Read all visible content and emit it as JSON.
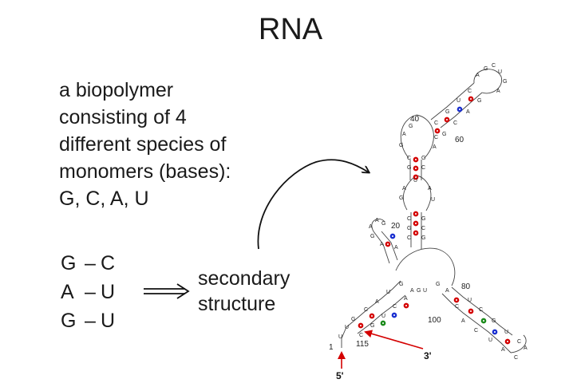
{
  "title": "RNA",
  "description": [
    "a biopolymer",
    "consisting of 4",
    "different species of",
    "monomers (bases):",
    "G, C, A, U"
  ],
  "base_pairs": [
    {
      "left": "G",
      "dash": "–",
      "right": "C"
    },
    {
      "left": "A",
      "dash": "–",
      "right": "U"
    },
    {
      "left": "G",
      "dash": "–",
      "right": "U"
    }
  ],
  "secondary_structure_label": [
    "secondary",
    "structure"
  ],
  "structure": {
    "numbers": [
      "1",
      "20",
      "40",
      "60",
      "80",
      "100",
      "115"
    ],
    "ends": {
      "five_prime": "5'",
      "three_prime": "3'"
    },
    "colors": {
      "gc_pair": "#d40000",
      "au_pair": "#1a2fd0",
      "gu_pair": "#1a8a1a",
      "arrow_red": "#d40000"
    }
  }
}
